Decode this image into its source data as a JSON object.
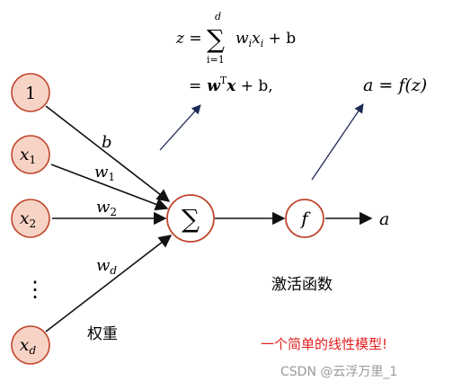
{
  "formula": {
    "line1_lhs": "z =",
    "sum_upper": "d",
    "sum_lower": "i=1",
    "line1_rhs_w": "w",
    "line1_rhs_wi": "i",
    "line1_rhs_x": "x",
    "line1_rhs_xi": "i",
    "line1_rhs_tail": " + b",
    "line2_eq": "=",
    "line2_w": "w",
    "line2_T": "T",
    "line2_x": "x",
    "line2_tail": " + b,"
  },
  "activation_formula": "a = f(z)",
  "inputs": [
    {
      "main": "1",
      "sub": ""
    },
    {
      "main": "x",
      "sub": "1"
    },
    {
      "main": "x",
      "sub": "2"
    },
    {
      "main": "x",
      "sub": "d"
    }
  ],
  "vdots": "⋮",
  "weights": [
    {
      "main": "b",
      "sub": ""
    },
    {
      "main": "w",
      "sub": "1"
    },
    {
      "main": "w",
      "sub": "2"
    },
    {
      "main": "w",
      "sub": "d"
    }
  ],
  "sum_node": "∑",
  "activation_node": "f",
  "output": "a",
  "labels": {
    "weights": "权重",
    "activation": "激活函数",
    "model_note": "一个简单的线性模型!"
  },
  "watermark": "CSDN @云浮万里_1",
  "colors": {
    "node_fill": "#f7d3c6",
    "node_stroke": "#c0442b",
    "note_red": "#e02020",
    "arrow_blue": "#1d2b55"
  }
}
